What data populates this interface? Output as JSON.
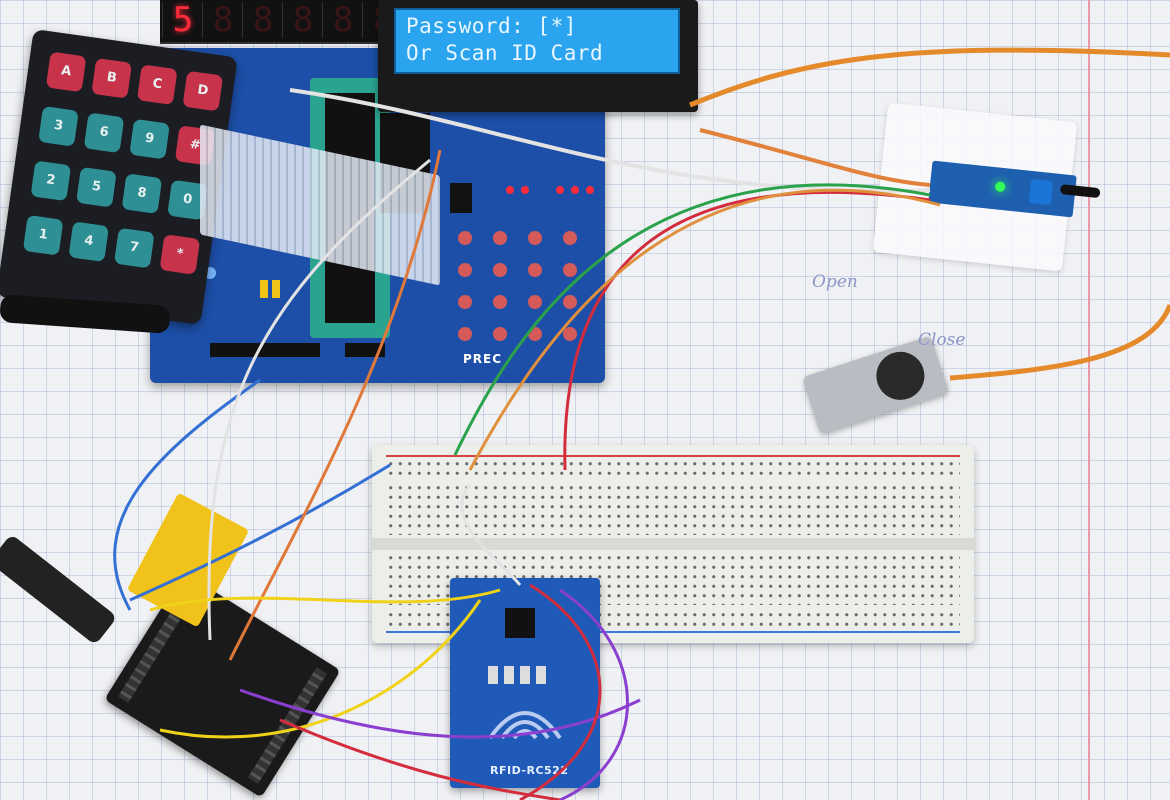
{
  "lcd": {
    "line1": "Password: [*]",
    "line2": "Or Scan ID Card",
    "backlight_color": "#2aa4ee"
  },
  "seven_segment": {
    "digits": [
      "5",
      "8",
      "8",
      "8",
      "8",
      "8"
    ]
  },
  "keypad": {
    "rows": [
      [
        "A",
        "B",
        "C",
        "D"
      ],
      [
        "3",
        "6",
        "9",
        "#"
      ],
      [
        "2",
        "5",
        "8",
        "0"
      ],
      [
        "1",
        "4",
        "7",
        "*"
      ]
    ]
  },
  "handwritten": {
    "open_label": "Open",
    "close_label": "Close"
  },
  "rfid_module": {
    "label": "RFID-RC522"
  },
  "board_print": {
    "label": "PREC"
  },
  "colors": {
    "board_blue": "#1d4fa8",
    "rfid_blue": "#1f5ab8",
    "key_red": "#c8334c",
    "key_teal": "#2e8f94",
    "segment_red": "#ff2a3a",
    "sensor_led_green": "#34ff5a"
  }
}
